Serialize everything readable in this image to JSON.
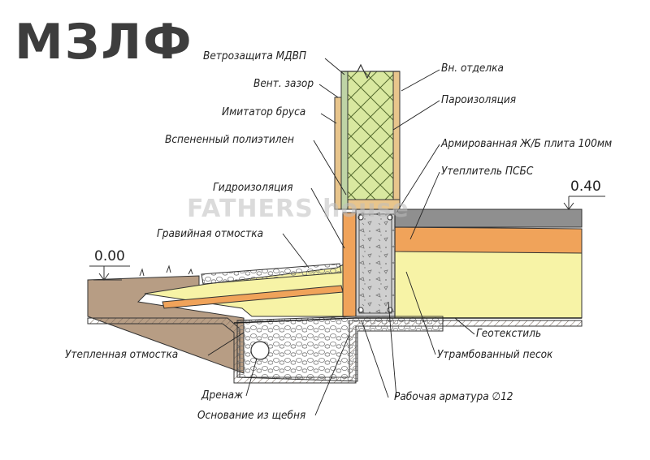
{
  "title": "МЗЛФ",
  "watermark": "FATHERS house",
  "levels": {
    "top": "0.40",
    "ground": "0.00"
  },
  "labels": {
    "wind_barrier": "Ветрозащита МДВП",
    "vent_gap": "Вент. зазор",
    "timber_imitation": "Имитатор бруса",
    "foamed_pe": "Вспененный полиэтилен",
    "waterproofing": "Гидроизоляция",
    "gravel_blind_area": "Гравийная отмостка",
    "insulated_blind_area": "Утепленная отмостка",
    "drainage": "Дренаж",
    "gravel_base": "Основание из щебня",
    "interior_finish": "Вн. отделка",
    "vapor_barrier": "Пароизоляция",
    "slab": "Армированная Ж/Б плита 100мм",
    "eps_insulation": "Утеплитель ПСБС",
    "geotextile": "Геотекстиль",
    "compacted_sand": "Утрамбованный песок",
    "rebar": "Рабочая арматура ∅12"
  },
  "colors": {
    "insulation": "#f0a35a",
    "sand": "#f7f3a6",
    "wall_insulation": "#d9e8a0",
    "concrete": "#cfcfcf",
    "soil": "#b79d84",
    "timber": "#e8c58c",
    "gravel": "#e7e7e7"
  }
}
